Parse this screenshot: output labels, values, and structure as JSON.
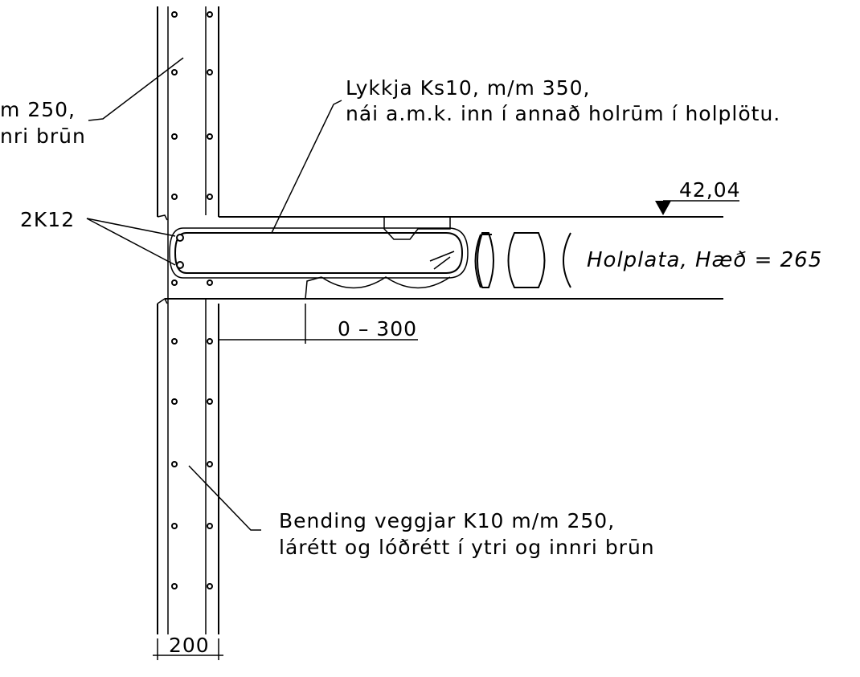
{
  "labels": {
    "left_note_line1": "m 250,",
    "left_note_line2": "nri brūn",
    "loop_line1": "Lykkja Ks10, m/m 350,",
    "loop_line2": "nái a.m.k. inn í annað holrūm í holplötu.",
    "level": "42,04",
    "bars": "2K12",
    "slab": "Holplata, Hæð = 265",
    "bearing": "0 – 300",
    "wall_rebar_line1": "Bending veggjar K10 m/m 250,",
    "wall_rebar_line2": "lárétt og lóðrétt í ytri og innri brūn",
    "wall_width": "200"
  }
}
